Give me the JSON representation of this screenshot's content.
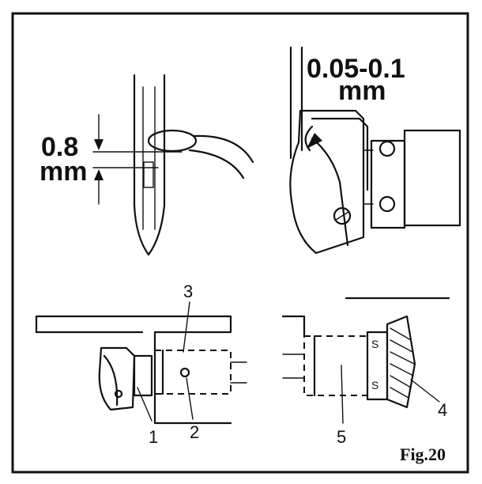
{
  "labels": {
    "needle_gap_value": "0.8",
    "needle_gap_unit": "mm",
    "hook_gap_value": "0.05-0.1",
    "hook_gap_unit": "mm",
    "part_1": "1",
    "part_2": "2",
    "part_3": "3",
    "part_4": "4",
    "part_5": "5",
    "screw_mark_a": "S",
    "screw_mark_b": "S",
    "figure_caption": "Fig.20"
  }
}
